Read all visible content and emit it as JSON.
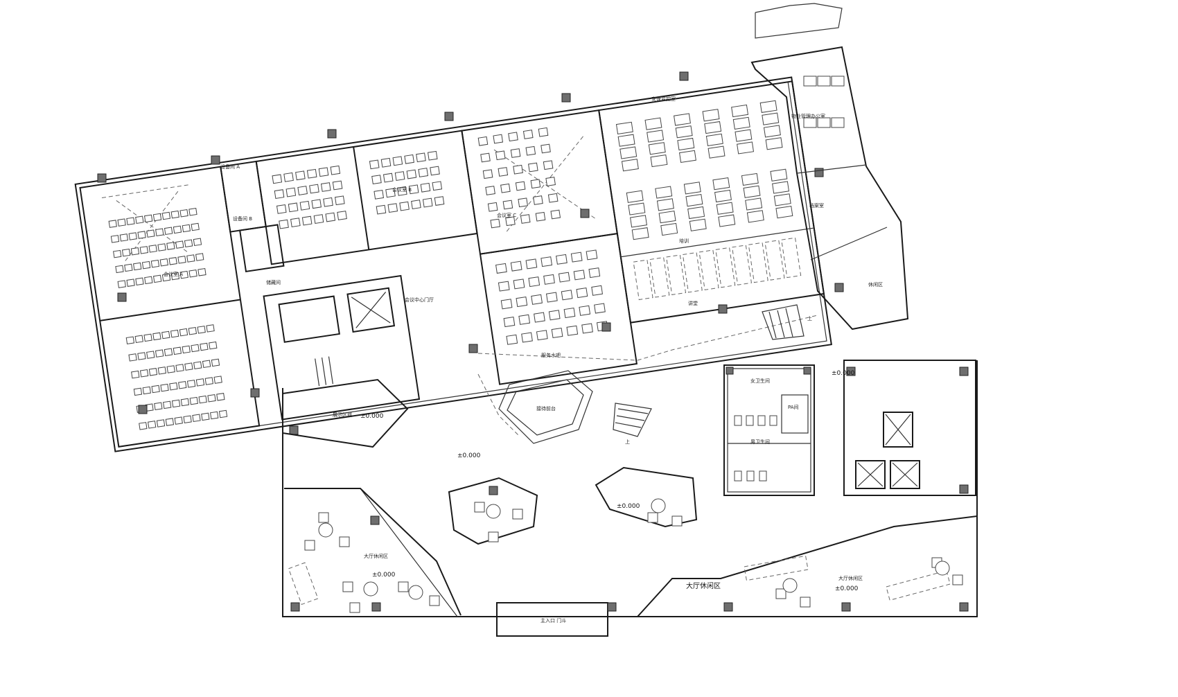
{
  "rooms": {
    "meeting_a": "会议室 A",
    "equip_a": "设备间 A",
    "equip_b": "设备间 B",
    "meeting_b": "会议室 B",
    "storage": "储藏间",
    "lobby_hall": "会议中心门厅",
    "meeting_c": "会议室 C",
    "security": "安保监控室",
    "training": "培训",
    "lecture": "讲堂",
    "service_bar": "服务水吧",
    "reception": "接待前台",
    "exhibit": "展示区域",
    "property_office": "物业管理办公室",
    "archive": "档案室",
    "lounge_small": "休闲区",
    "female_wc": "女卫生间",
    "male_wc": "男卫生间",
    "pa_room": "PA间",
    "lounge_left": "大厅休闲区",
    "lounge_right_big": "大厅休闲区",
    "lounge_right_small": "大厅休闲区",
    "entrance": "主入口 门斗"
  },
  "levels": {
    "l1": "±0.000",
    "l2": "±0.000",
    "l3": "±0.000",
    "l4": "±0.000",
    "l5": "±0.000",
    "l6": "±0.000"
  },
  "stair_marks": {
    "up1": "上",
    "up2": "上"
  }
}
